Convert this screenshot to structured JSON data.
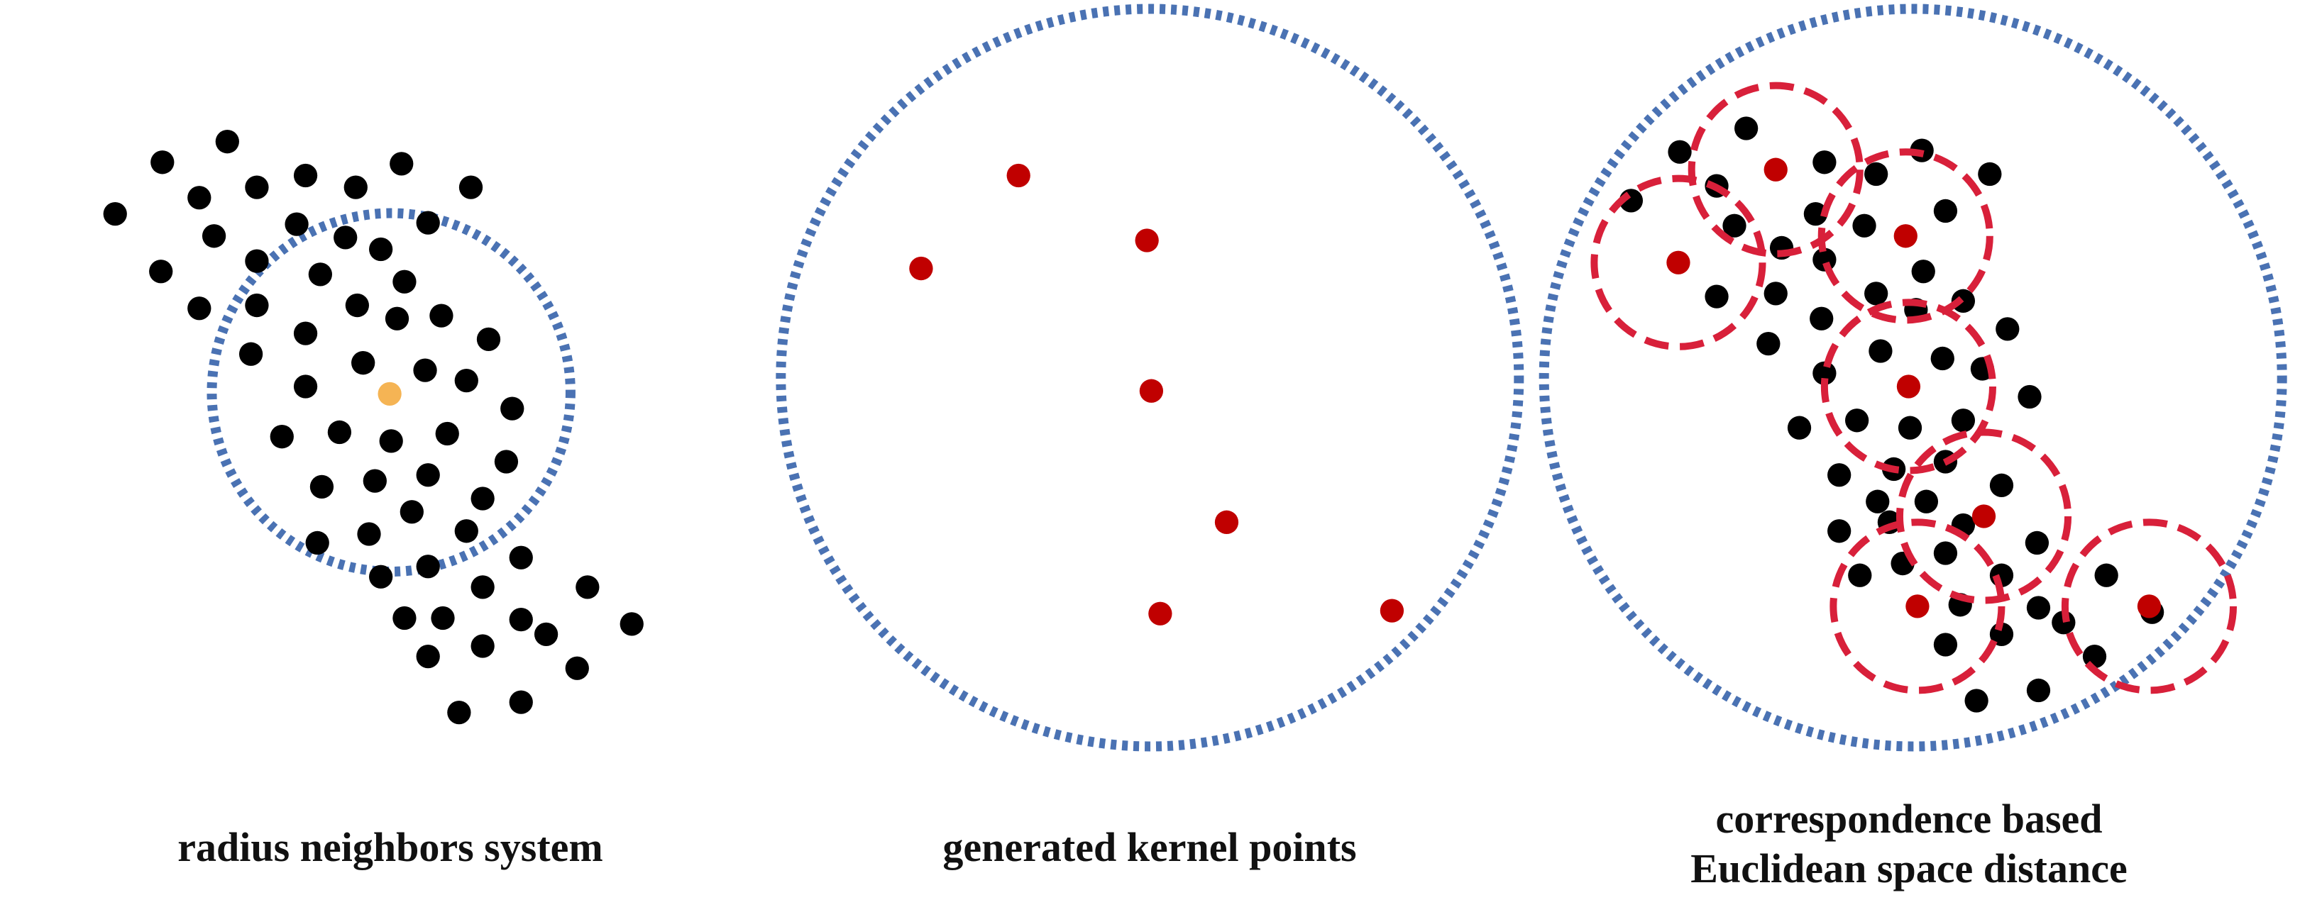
{
  "panels": [
    {
      "caption": "radius neighbors system"
    },
    {
      "caption": "generated kernel points"
    },
    {
      "caption_lines": [
        "correspondence based",
        "Euclidean space distance"
      ]
    }
  ],
  "colors": {
    "boundary": "#4a72b3",
    "neighbor_point": "#000000",
    "center_point": "#f5b454",
    "kernel_point": "#c00000",
    "kernel_radius": "#d8203a"
  }
}
